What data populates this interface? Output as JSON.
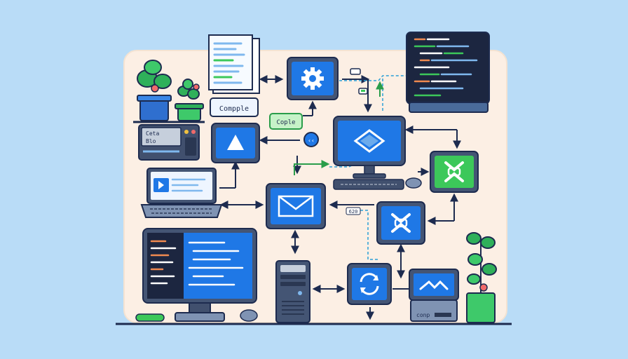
{
  "diagram": {
    "labels": {
      "compile_callout": "Compple",
      "green_badge": "Cople",
      "server_text_line1": "Ceta",
      "server_text_line2": "Blo",
      "small_tag": "620",
      "printer_text": "conp"
    },
    "colors": {
      "background": "#b9dcf7",
      "panel": "#fcefe4",
      "outline": "#1d2b4f",
      "screen_blue": "#1f78e6",
      "screen_dark": "#1c2640",
      "accent_green": "#3cc85a",
      "leaf_green": "#2fb05a",
      "pot_green": "#3ec96a"
    },
    "icons": [
      "document-icon",
      "gear-icon",
      "code-monitor-icon",
      "plant-icon",
      "server-unit-icon",
      "triangle-icon",
      "desktop-monitor-icon",
      "x-icon",
      "laptop-icon",
      "email-icon",
      "refresh-icon",
      "tower-icon",
      "printer-icon"
    ]
  }
}
